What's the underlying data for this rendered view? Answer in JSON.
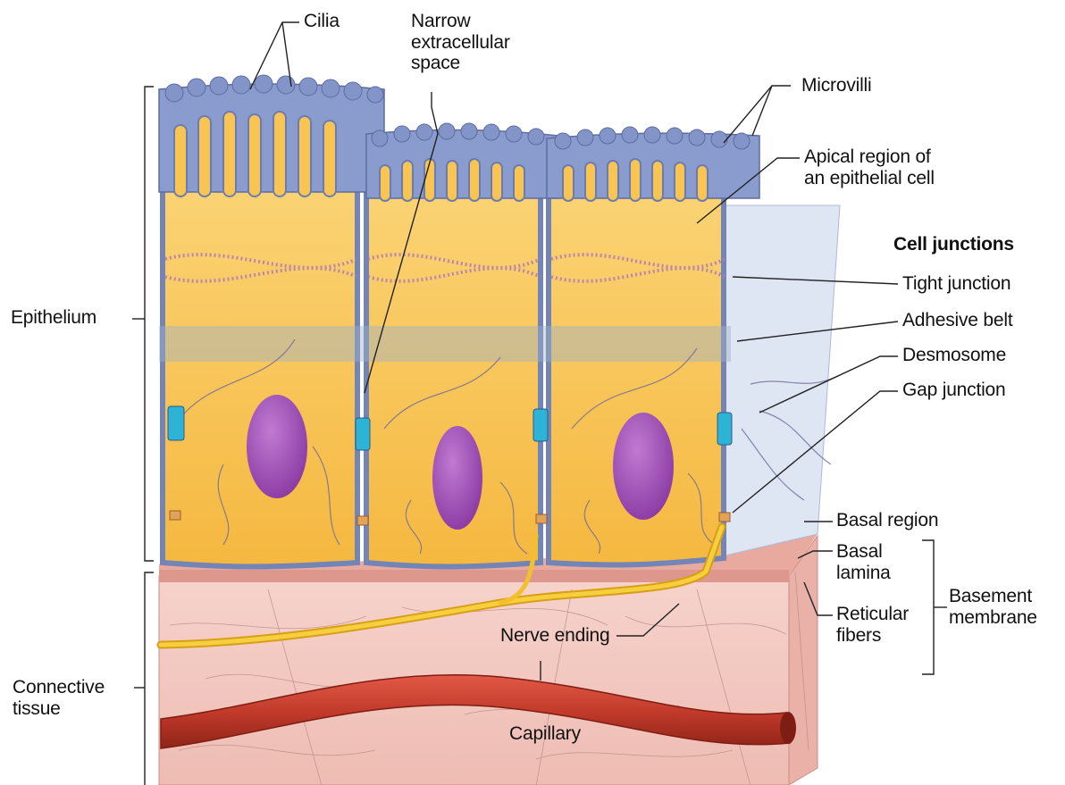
{
  "labels": {
    "cilia": "Cilia",
    "narrow_space": "Narrow\nextracellular\nspace",
    "microvilli": "Microvilli",
    "apical_region": "Apical region of\nan epithelial cell",
    "cell_junctions": "Cell junctions",
    "tight_junction": "Tight junction",
    "adhesive_belt": "Adhesive belt",
    "desmosome": "Desmosome",
    "gap_junction": "Gap junction",
    "epithelium": "Epithelium",
    "basal_region": "Basal region",
    "basal_lamina": "Basal\nlamina",
    "reticular_fibers": "Reticular\nfibers",
    "basement_membrane": "Basement\nmembrane",
    "nerve_ending": "Nerve ending",
    "connective_tissue": "Connective\ntissue",
    "capillary": "Capillary"
  },
  "colors": {
    "cytoplasm": "#f8c553",
    "membrane": "#6f7fb0",
    "nucleus": "#9a4ab0",
    "connective": "#f3c9c2",
    "basal_lamina": "#e6aaa0",
    "capillary": "#c23a2a",
    "nerve": "#f2c02c",
    "cut_face": "#dfe6f3"
  }
}
